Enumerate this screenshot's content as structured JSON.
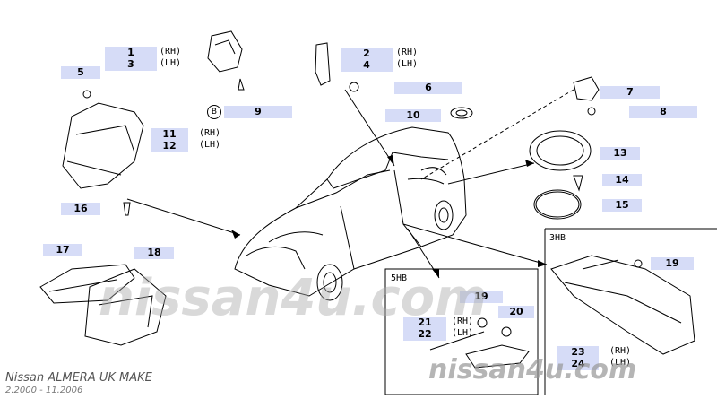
{
  "footer": {
    "title": "Nissan  ALMERA  UK  MAKE",
    "dates": "2.2000  -  11.2006"
  },
  "watermark": {
    "center": "nissan4u.com",
    "bottom": "nissan4u.com"
  },
  "variants": {
    "five_door": "5HB",
    "three_door": "3HB"
  },
  "reference_mark": "B",
  "parts": [
    {
      "id": "p1",
      "num": "1",
      "side": "(RH)"
    },
    {
      "id": "p3",
      "num": "3",
      "side": "(LH)"
    },
    {
      "id": "p2",
      "num": "2",
      "side": "(RH)"
    },
    {
      "id": "p4",
      "num": "4",
      "side": "(LH)"
    },
    {
      "id": "p5",
      "num": "5",
      "side": ""
    },
    {
      "id": "p6",
      "num": "6",
      "side": ""
    },
    {
      "id": "p7",
      "num": "7",
      "side": ""
    },
    {
      "id": "p8",
      "num": "8",
      "side": ""
    },
    {
      "id": "p9",
      "num": "9",
      "side": ""
    },
    {
      "id": "p10",
      "num": "10",
      "side": ""
    },
    {
      "id": "p11",
      "num": "11",
      "side": "(RH)"
    },
    {
      "id": "p12",
      "num": "12",
      "side": "(LH)"
    },
    {
      "id": "p13",
      "num": "13",
      "side": ""
    },
    {
      "id": "p14",
      "num": "14",
      "side": ""
    },
    {
      "id": "p15",
      "num": "15",
      "side": ""
    },
    {
      "id": "p16",
      "num": "16",
      "side": ""
    },
    {
      "id": "p17",
      "num": "17",
      "side": ""
    },
    {
      "id": "p18",
      "num": "18",
      "side": ""
    },
    {
      "id": "p19a",
      "num": "19",
      "side": ""
    },
    {
      "id": "p19b",
      "num": "19",
      "side": ""
    },
    {
      "id": "p20",
      "num": "20",
      "side": ""
    },
    {
      "id": "p21",
      "num": "21",
      "side": "(RH)"
    },
    {
      "id": "p22",
      "num": "22",
      "side": "(LH)"
    },
    {
      "id": "p23",
      "num": "23",
      "side": "(RH)"
    },
    {
      "id": "p24",
      "num": "24",
      "side": "(LH)"
    }
  ]
}
